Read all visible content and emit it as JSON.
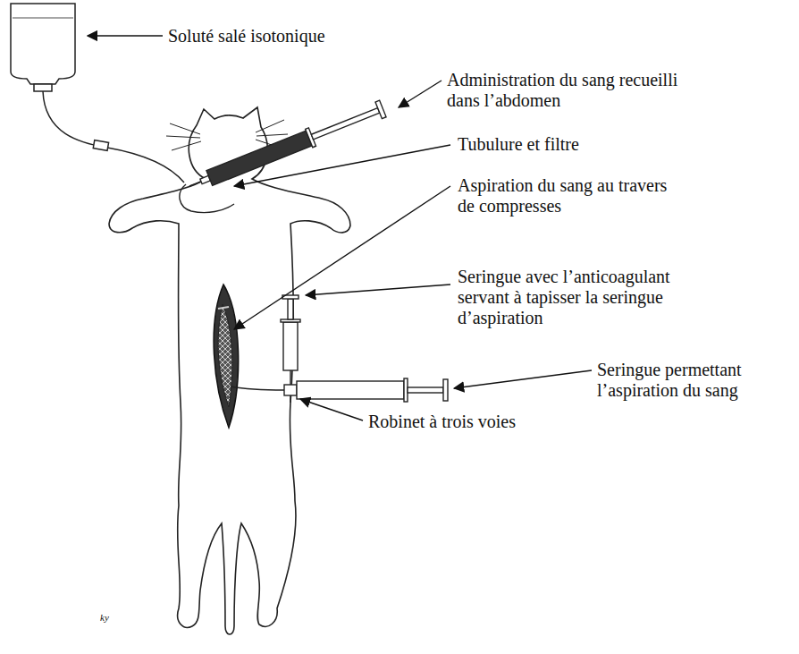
{
  "diagram": {
    "labels": [
      "Soluté salé isotonique",
      "Administration du sang recueilli dans l’abdomen",
      "Tubulure et filtre",
      "Aspiration du sang au travers de compresses",
      "Seringue avec l’anticoagulant servant à tapisser la seringue d’aspiration",
      "Seringue permettant l’aspiration du sang",
      "Robinet à trois voies",
      "ky"
    ]
  }
}
